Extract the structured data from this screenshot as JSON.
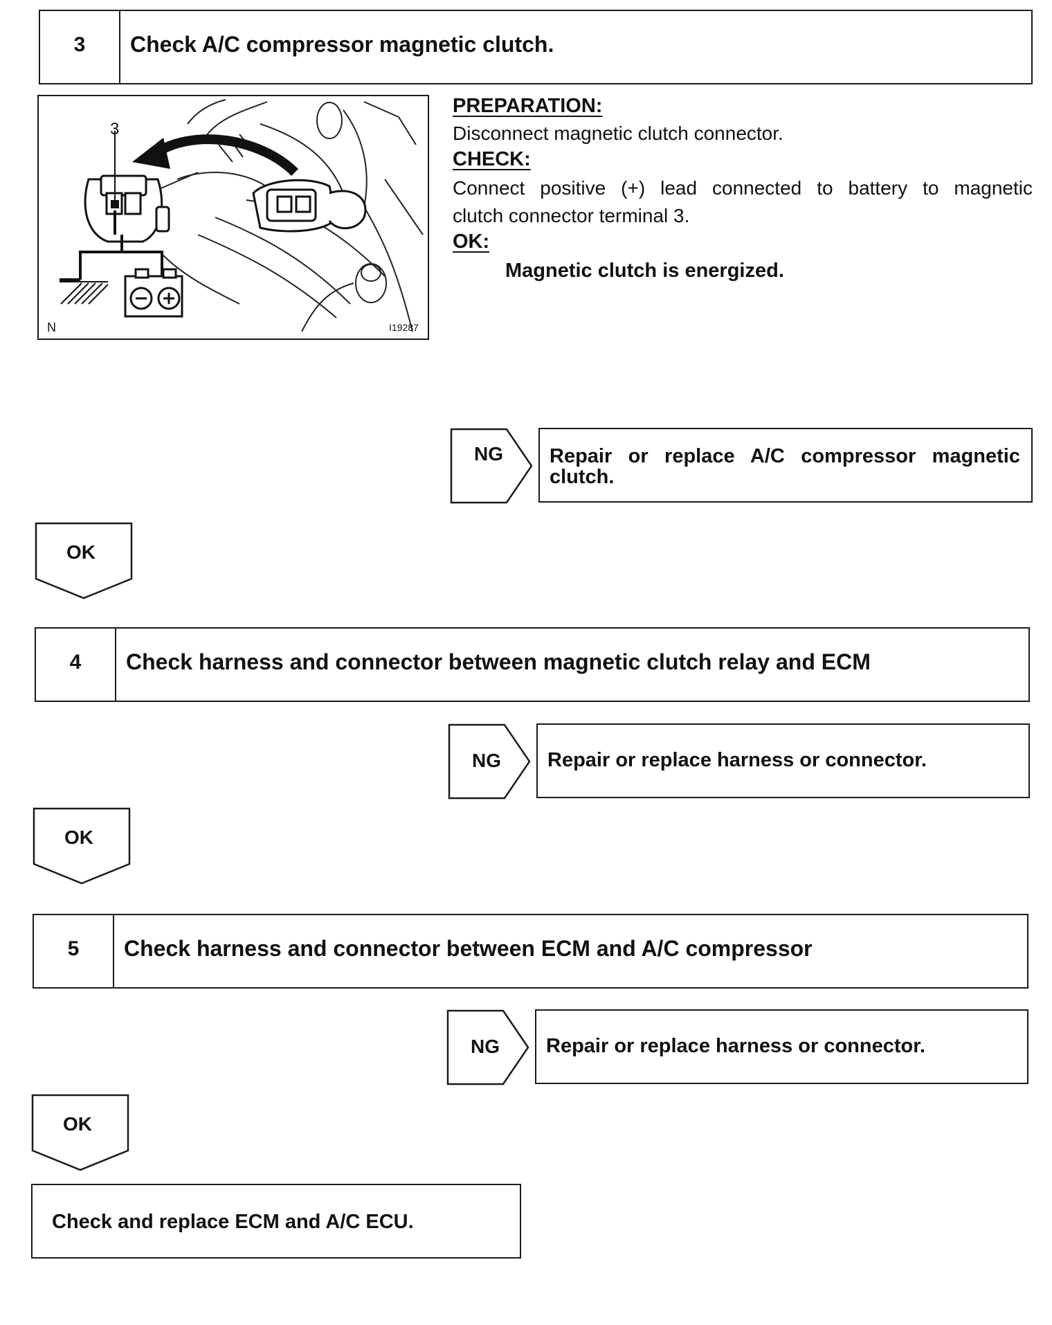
{
  "steps": [
    {
      "number": "3",
      "title": "Check A/C compressor magnetic clutch."
    },
    {
      "number": "4",
      "title": "Check harness and connector between magnetic clutch relay and ECM"
    },
    {
      "number": "5",
      "title": "Check harness and connector between ECM and A/C compressor"
    }
  ],
  "illustration": {
    "terminal_label": "3",
    "corner_label": "N",
    "figure_code": "I19287"
  },
  "instructions": {
    "preparation_heading": "PREPARATION:",
    "preparation_text": "Disconnect magnetic clutch connector.",
    "check_heading": "CHECK:",
    "check_line1": "Connect positive (+) lead connected to battery to magnetic",
    "check_line2": "clutch connector terminal 3.",
    "ok_heading": "OK:",
    "ok_text": "Magnetic clutch is energized."
  },
  "ng_results": [
    {
      "label": "NG",
      "line1": "Repair or replace A/C compressor magnetic",
      "line2": "clutch."
    },
    {
      "label": "NG",
      "text": "Repair or replace harness or connector."
    },
    {
      "label": "NG",
      "text": "Repair or replace harness or connector."
    }
  ],
  "ok_arrows": [
    "OK",
    "OK",
    "OK"
  ],
  "final_action": "Check and replace ECM and A/C ECU."
}
